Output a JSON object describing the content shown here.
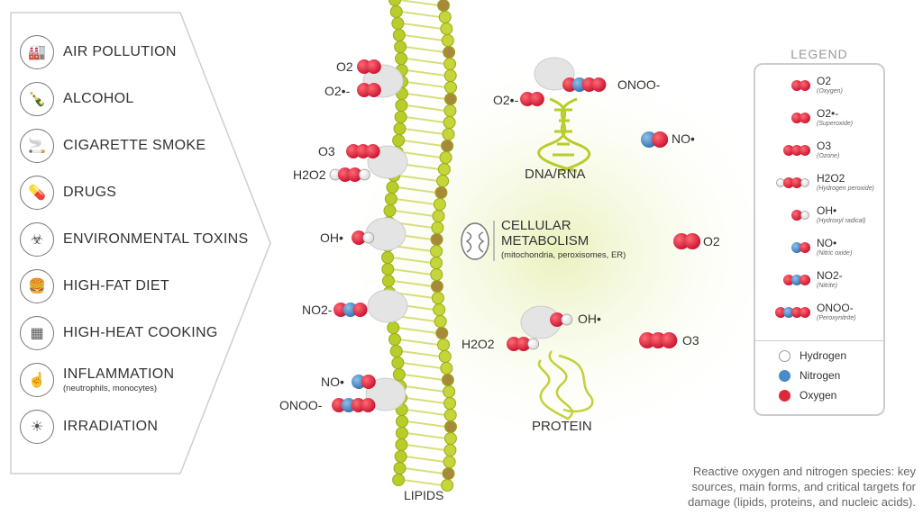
{
  "sources": [
    {
      "label": "AIR POLLUTION",
      "sub": "",
      "icon": "factory-icon"
    },
    {
      "label": "ALCOHOL",
      "sub": "",
      "icon": "bottles-icon"
    },
    {
      "label": "CIGARETTE SMOKE",
      "sub": "",
      "icon": "cigarette-icon"
    },
    {
      "label": "DRUGS",
      "sub": "",
      "icon": "pill-bottle-icon"
    },
    {
      "label": "ENVIRONMENTAL TOXINS",
      "sub": "",
      "icon": "toxic-waste-icon"
    },
    {
      "label": "HIGH-FAT DIET",
      "sub": "",
      "icon": "burger-icon"
    },
    {
      "label": "HIGH-HEAT COOKING",
      "sub": "",
      "icon": "grill-icon"
    },
    {
      "label": "INFLAMMATION",
      "sub": "(neutrophils, monocytes)",
      "icon": "inflamed-finger-icon"
    },
    {
      "label": "IRRADIATION",
      "sub": "",
      "icon": "sun-icon"
    }
  ],
  "membrane_molecules": {
    "o2": "O2",
    "o2rad": "O2•-",
    "o3": "O3",
    "h2o2": "H2O2",
    "oh": "OH•",
    "no2": "NO2-",
    "no": "NO•",
    "onoo": "ONOO-"
  },
  "targets": {
    "dna": "DNA/RNA",
    "metabolism_title_1": "CELLULAR",
    "metabolism_title_2": "METABOLISM",
    "metabolism_sub": "(mitochondria, peroxisomes, ER)",
    "protein": "PROTEIN",
    "lipids": "LIPIDS"
  },
  "free_molecules": {
    "onoo": "ONOO-",
    "o2rad": "O2•-",
    "no": "NO•",
    "o2": "O2",
    "oh": "OH•",
    "h2o2": "H2O2",
    "o3": "O3"
  },
  "legend": {
    "title": "LEGEND",
    "items": [
      {
        "sym": "O2",
        "name": "(Oxygen)"
      },
      {
        "sym": "O2•-",
        "name": "(Superoxide)"
      },
      {
        "sym": "O3",
        "name": "(Ozone)"
      },
      {
        "sym": "H2O2",
        "name": "(Hydrogen peroxide)"
      },
      {
        "sym": "OH•",
        "name": "(Hydroxyl radical)"
      },
      {
        "sym": "NO•",
        "name": "(Nitric oxide)"
      },
      {
        "sym": "NO2-",
        "name": "(Nitrite)"
      },
      {
        "sym": "ONOO-",
        "name": "(Peroxynitrite)"
      }
    ],
    "atoms": [
      {
        "name": "Hydrogen",
        "color": "#ffffff"
      },
      {
        "name": "Nitrogen",
        "color": "#4a8ac8"
      },
      {
        "name": "Oxygen",
        "color": "#e0283a"
      }
    ]
  },
  "colors": {
    "oxygen": "#e0283a",
    "nitrogen": "#4a8ac8",
    "hydrogen": "#ffffff",
    "lipid": "#b8cc2a",
    "glow": "#eef4c8"
  },
  "caption": "Reactive oxygen and nitrogen species: key sources, main forms, and critical targets for damage (lipids, proteins, and nucleic acids)."
}
